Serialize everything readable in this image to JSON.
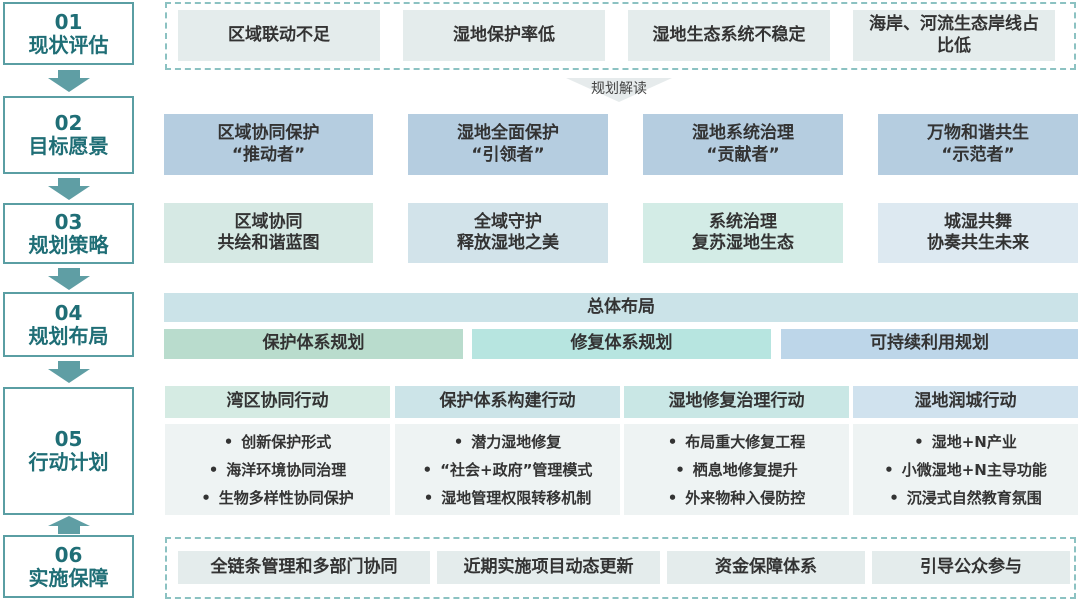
{
  "steps": [
    {
      "num": "01",
      "label": "现状评估"
    },
    {
      "num": "02",
      "label": "目标愿景"
    },
    {
      "num": "03",
      "label": "规划策略"
    },
    {
      "num": "04",
      "label": "规划布局"
    },
    {
      "num": "05",
      "label": "行动计划"
    },
    {
      "num": "06",
      "label": "实施保障"
    }
  ],
  "row1": [
    "区域联动不足",
    "湿地保护率低",
    "湿地生态系统不稳定",
    "海岸、河流生态岸线占比低"
  ],
  "connector_label": "规划解读",
  "row2": [
    {
      "line1": "区域协同保护",
      "line2": "“推动者”"
    },
    {
      "line1": "湿地全面保护",
      "line2": "“引领者”"
    },
    {
      "line1": "湿地系统治理",
      "line2": "“贡献者”"
    },
    {
      "line1": "万物和谐共生",
      "line2": "“示范者”"
    }
  ],
  "row3": [
    {
      "line1": "区域协同",
      "line2": "共绘和谐蓝图"
    },
    {
      "line1": "全域守护",
      "line2": "释放湿地之美"
    },
    {
      "line1": "系统治理",
      "line2": "复苏湿地生态"
    },
    {
      "line1": "城湿共舞",
      "line2": "协奏共生未来"
    }
  ],
  "row4": {
    "overall": "总体布局",
    "parts": [
      "保护体系规划",
      "修复体系规划",
      "可持续利用规划"
    ]
  },
  "row5": [
    {
      "title": "湾区协同行动",
      "items": [
        "创新保护形式",
        "海洋环境协同治理",
        "生物多样性协同保护"
      ]
    },
    {
      "title": "保护体系构建行动",
      "items": [
        "潜力湿地修复",
        "“社会+政府”管理模式",
        "湿地管理权限转移机制"
      ]
    },
    {
      "title": "湿地修复治理行动",
      "items": [
        "布局重大修复工程",
        "栖息地修复提升",
        "外来物种入侵防控"
      ]
    },
    {
      "title": "湿地润城行动",
      "items": [
        "湿地+N产业",
        "小微湿地+N主导功能",
        "沉浸式自然教育氛围"
      ]
    }
  ],
  "row6": [
    "全链条管理和多部门协同",
    "近期实施项目动态更新",
    "资金保障体系",
    "引导公众参与"
  ],
  "colors": {
    "border": "#5a9ea3",
    "text_accent": "#1f6e76",
    "arrow": "#5f9ea4",
    "dash": "#8cc2c2"
  }
}
